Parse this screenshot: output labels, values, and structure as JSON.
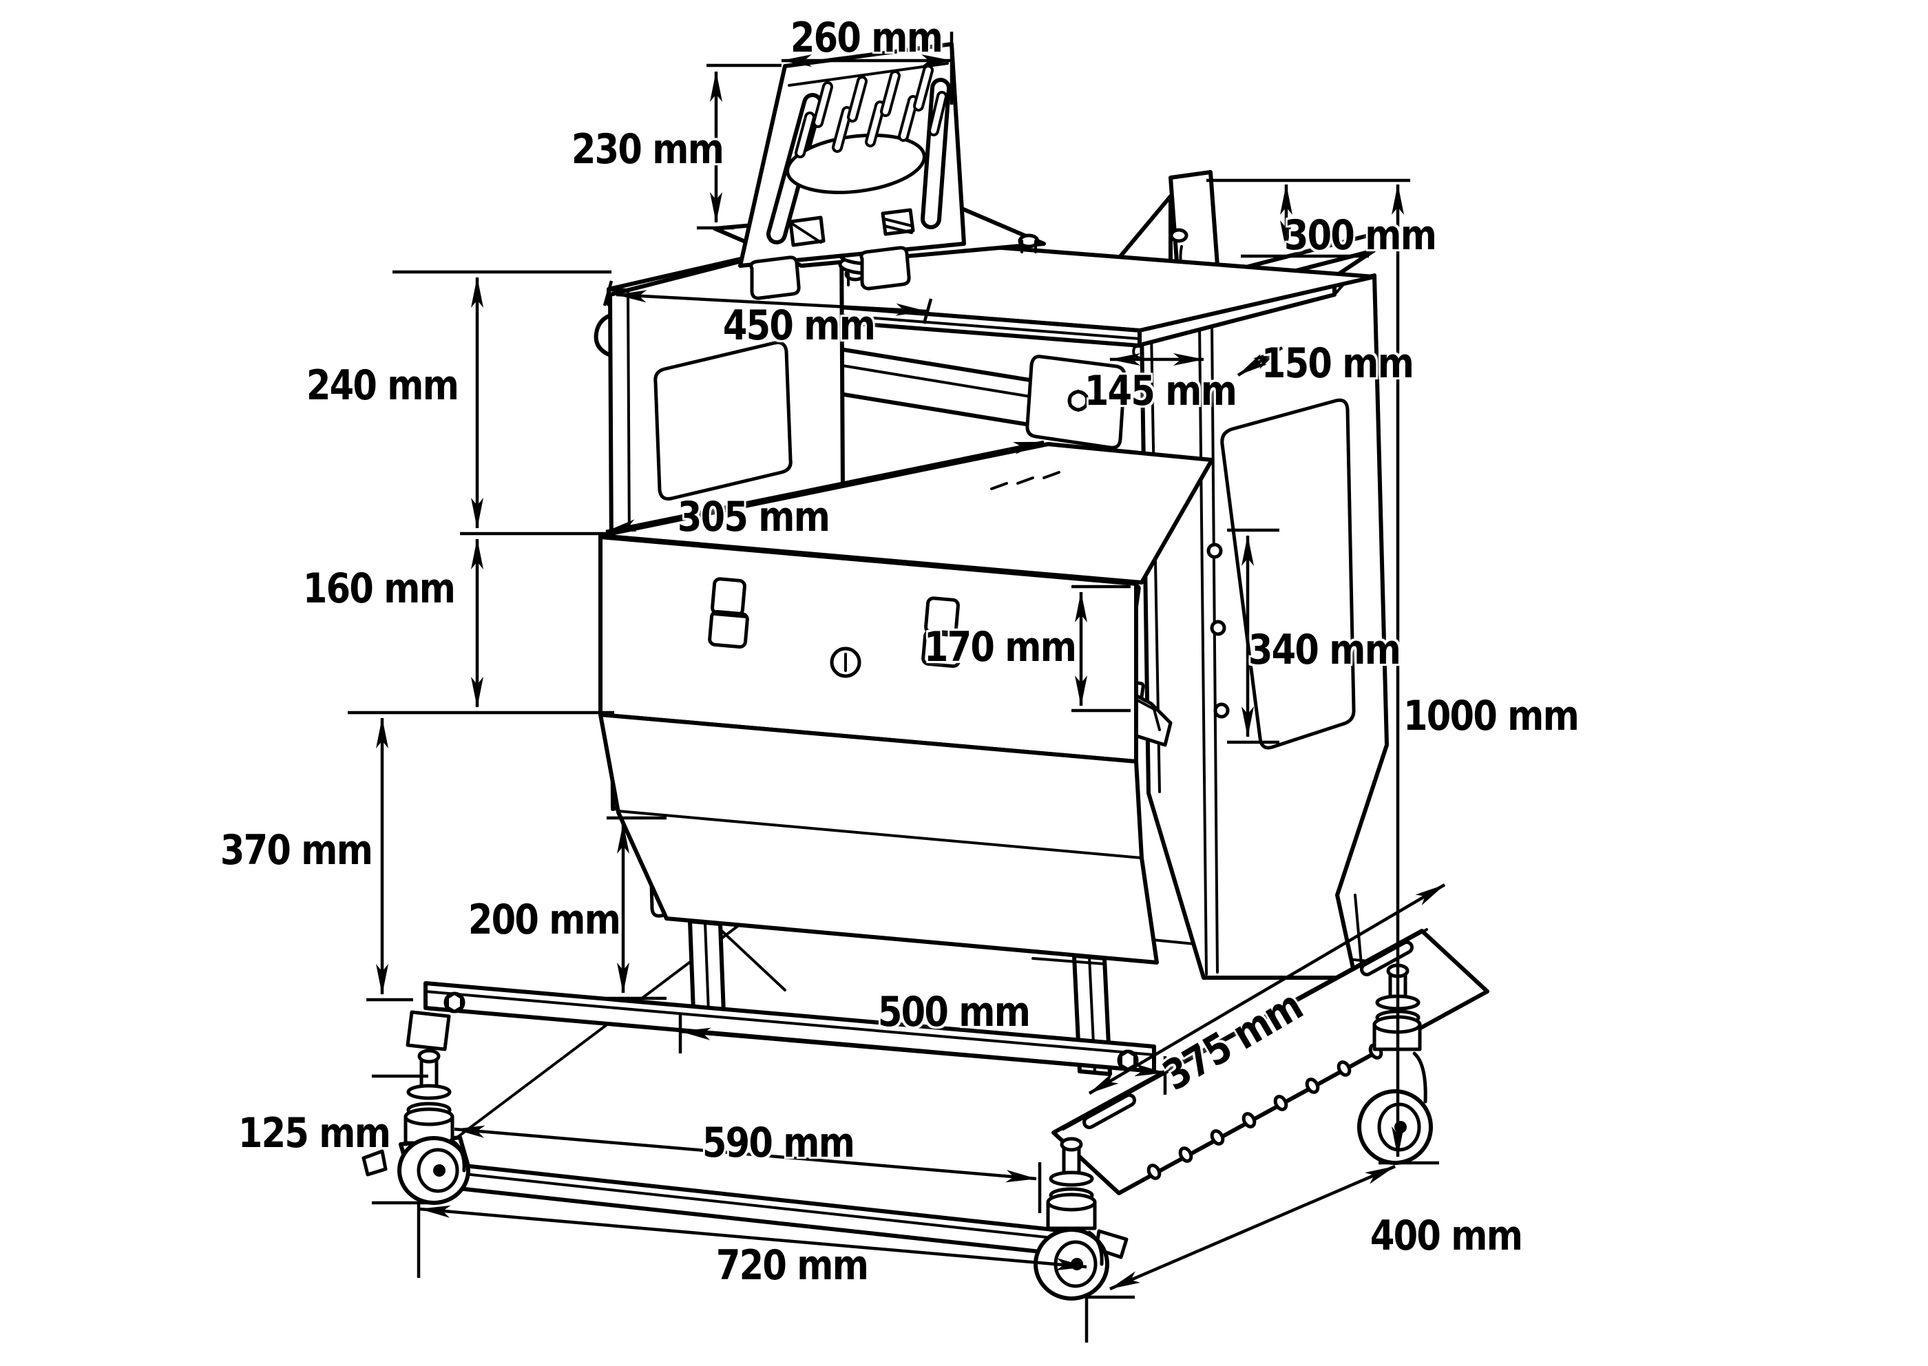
{
  "colors": {
    "ink": "#000000",
    "paper": "#ffffff"
  },
  "dims": {
    "laptop_tray_width": "260 mm",
    "laptop_tray_height": "230 mm",
    "rear_panel_height": "300 mm",
    "worktop_width": "450 mm",
    "side_tray_width": "145 mm",
    "side_tray_depth": "150 mm",
    "upper_section_height": "240 mm",
    "middle_shelf_depth": "305 mm",
    "locker_height": "160 mm",
    "bracket_spacing": "170 mm",
    "mounting_rail_height": "340 mm",
    "overall_height": "1000 mm",
    "lower_section_height": "370 mm",
    "bottom_rail_height": "200 mm",
    "bottom_rail_width": "500 mm",
    "tool_rack_length": "375 mm",
    "caster_height": "125 mm",
    "base_inner_width": "590 mm",
    "base_depth": "400 mm",
    "base_overall_width": "720 mm"
  }
}
